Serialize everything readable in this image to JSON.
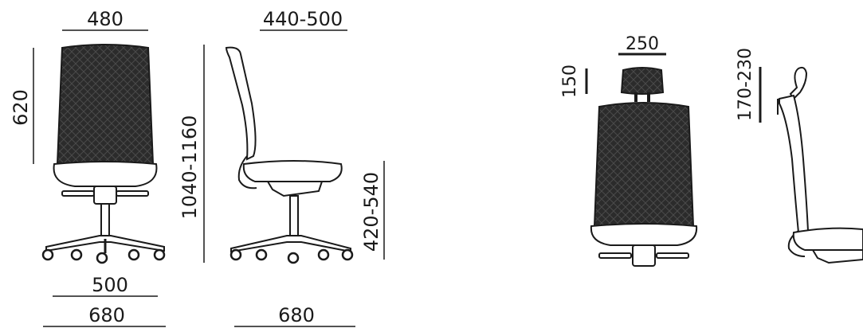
{
  "dimensions": {
    "front_width": "480",
    "side_depth": "440-500",
    "back_height": "620",
    "overall_height": "1040-1160",
    "seat_height": "420-540",
    "armrest_span": "500",
    "front_base": "680",
    "side_base": "680",
    "headrest_width": "250",
    "headrest_height": "150",
    "headrest_adjust": "170-230"
  },
  "colors": {
    "line": "#1a1a1a",
    "mesh_dark": "#2b2b2b",
    "mesh_light": "#4a4a4a",
    "fill_white": "#ffffff"
  }
}
